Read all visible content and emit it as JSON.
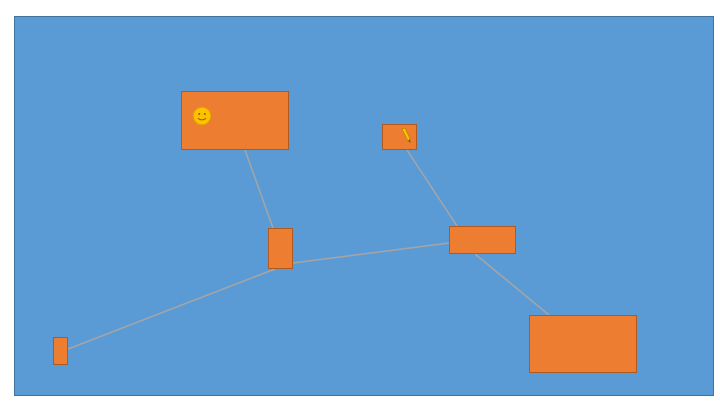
{
  "diagram": {
    "colors": {
      "background": "#5b9bd5",
      "node_fill": "#ed7d31",
      "connector": "#a5a5a5",
      "icon_fill": "#ffc000"
    },
    "nodes": [
      {
        "id": "n1",
        "icon": "smiley-face-icon"
      },
      {
        "id": "n2",
        "icon": "pencil-icon"
      },
      {
        "id": "n3",
        "icon": null
      },
      {
        "id": "n4",
        "icon": null
      },
      {
        "id": "n5",
        "icon": null
      },
      {
        "id": "n6",
        "icon": null
      }
    ],
    "edges": [
      {
        "from": "n1",
        "to": "n3"
      },
      {
        "from": "n2",
        "to": "n4"
      },
      {
        "from": "n3",
        "to": "n4"
      },
      {
        "from": "n4",
        "to": "n5"
      },
      {
        "from": "n6",
        "to": "n3"
      }
    ]
  }
}
